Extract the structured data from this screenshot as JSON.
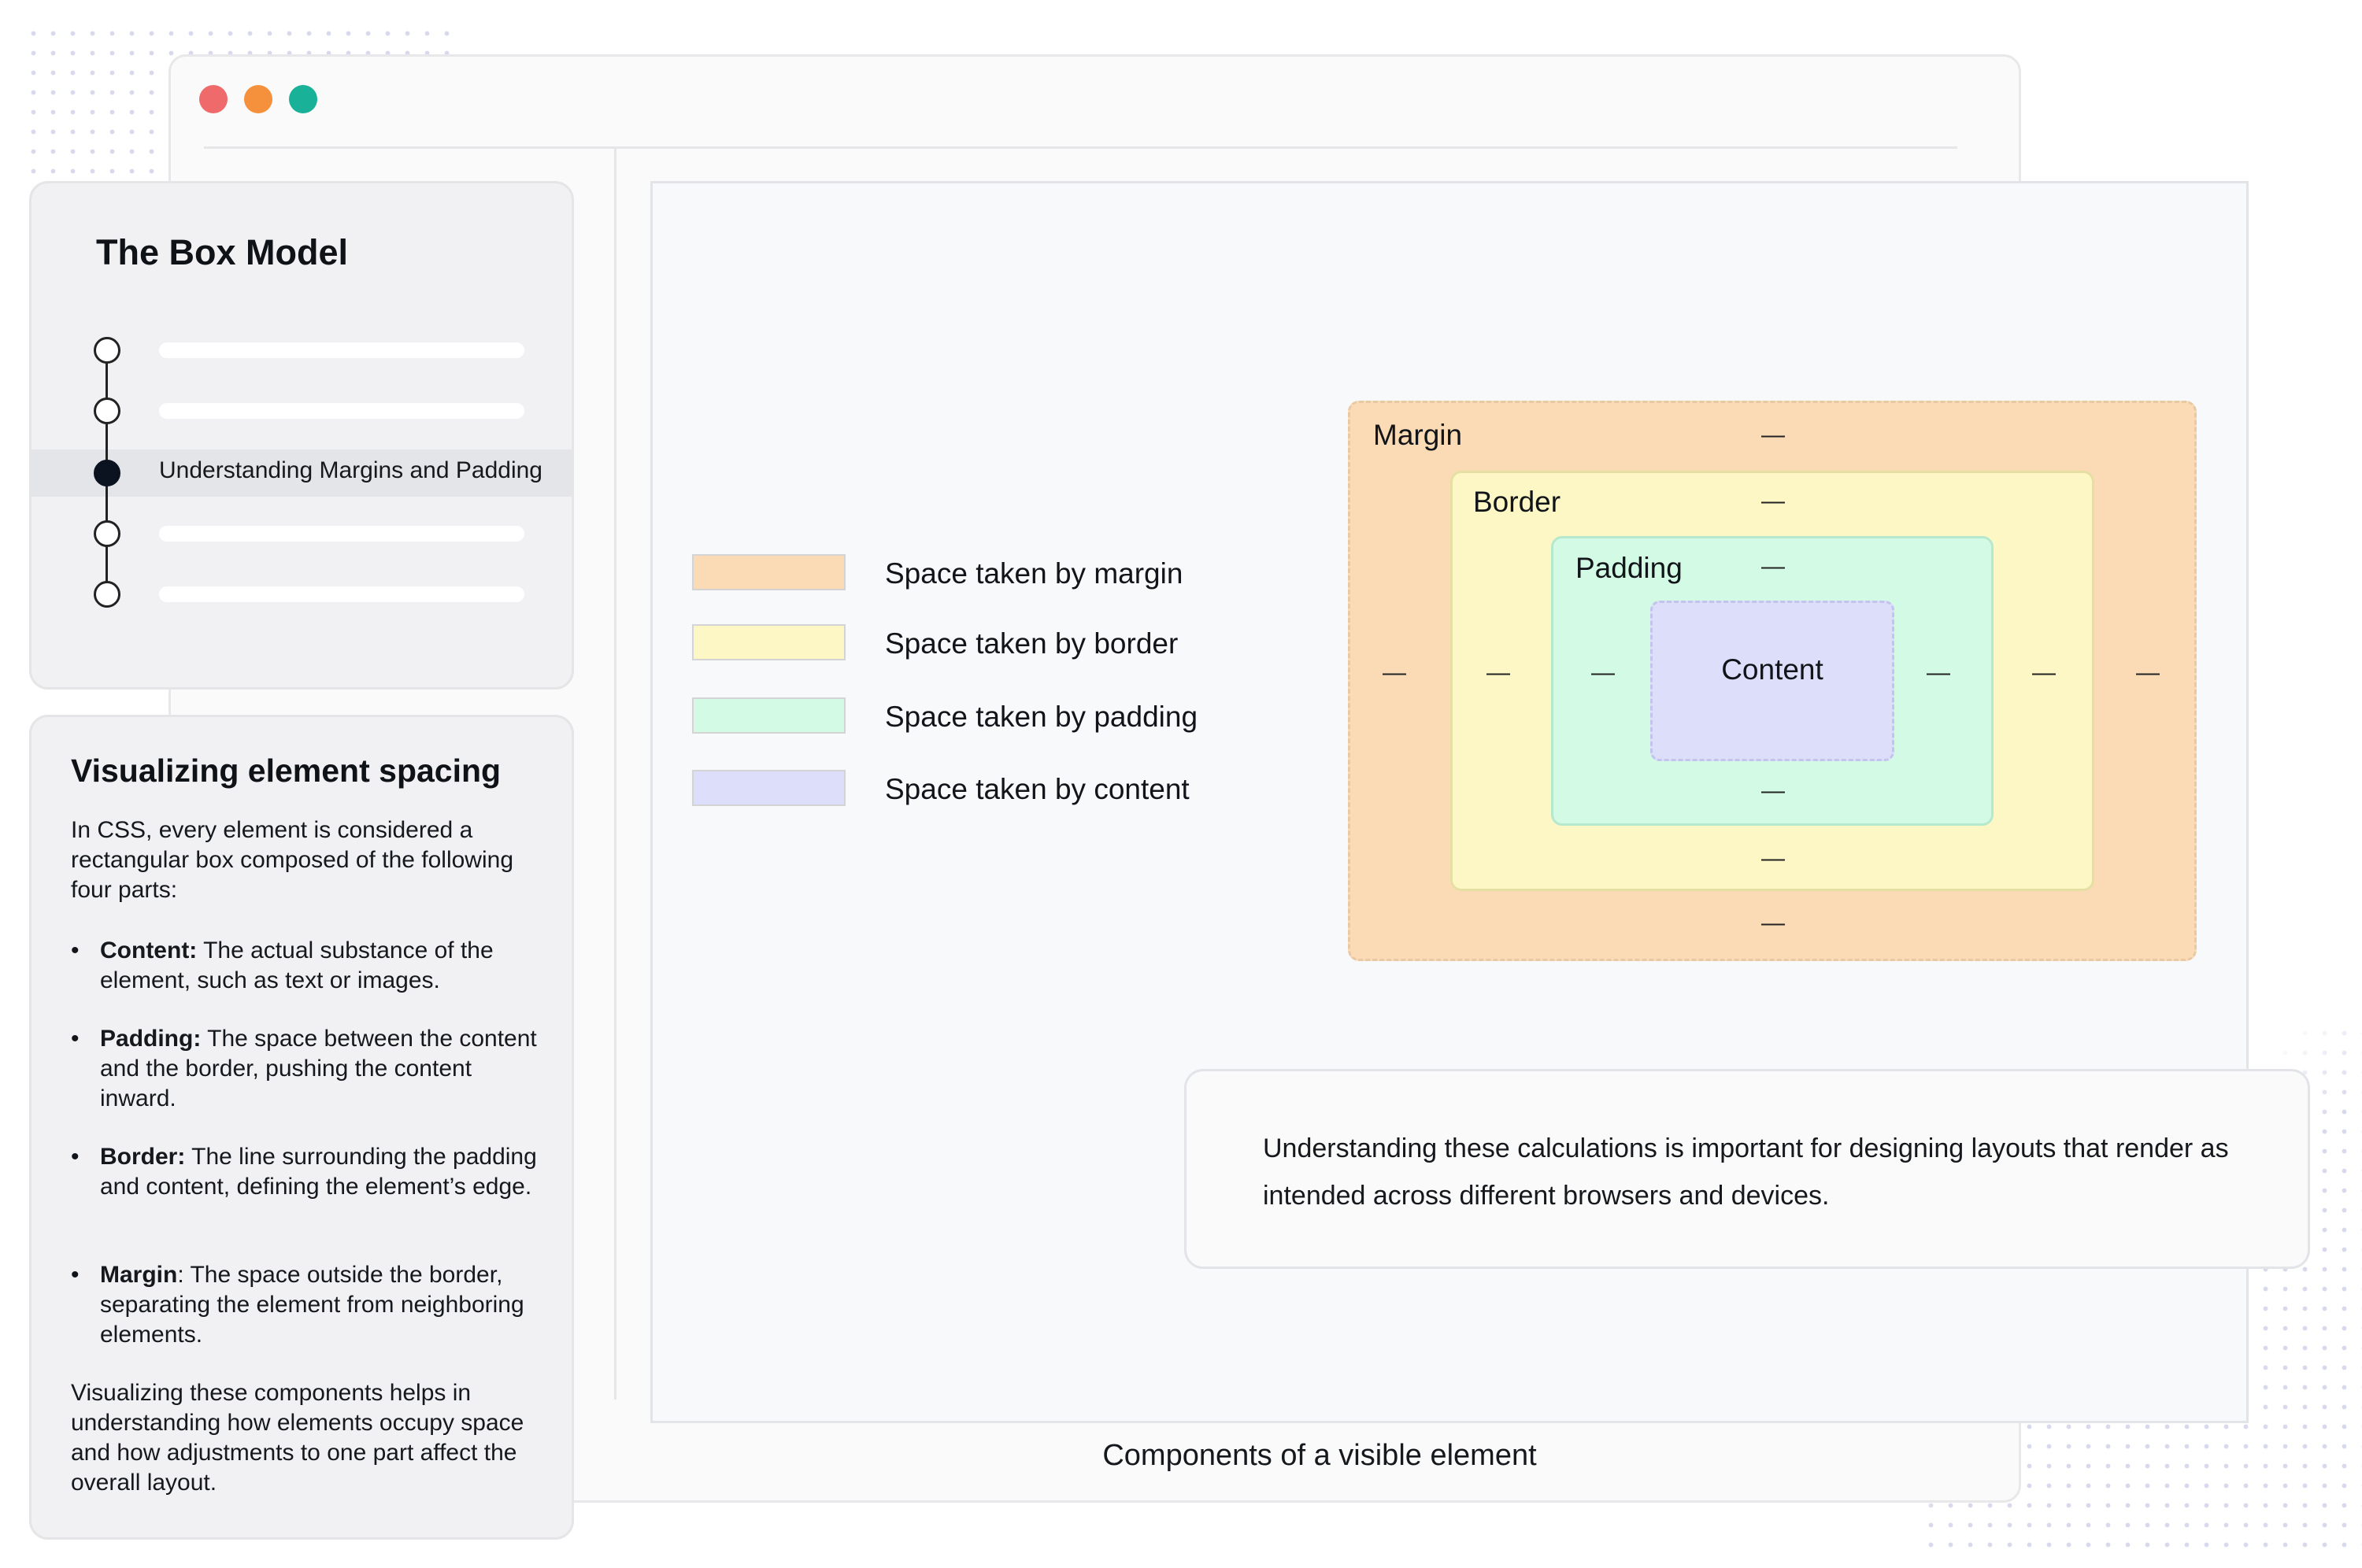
{
  "window": {
    "controls": [
      "close",
      "minimize",
      "maximize"
    ],
    "colors": {
      "close": "#ef6b6b",
      "minimize": "#f5913d",
      "maximize": "#19b197"
    }
  },
  "toc": {
    "title": "The Box Model",
    "active_item": "Understanding Margins and Padding"
  },
  "info": {
    "title": "Visualizing element spacing",
    "intro": "In CSS, every element is considered a rectangular box composed of the following four parts:",
    "items": [
      {
        "term": "Content:",
        "text": " The actual substance of the element, such as text or images."
      },
      {
        "term": "Padding:",
        "text": " The space between the content and the border, pushing the content inward."
      },
      {
        "term": "Border:",
        "text": " The line surrounding the padding and content, defining the element’s edge."
      },
      {
        "term": "Margin",
        "text": ": The space outside the border, separating the element from neighboring elements."
      }
    ],
    "bullet": "•",
    "outro": "Visualizing these components helps in understanding how elements occupy space and how adjustments to one part affect the overall layout."
  },
  "legend": [
    {
      "label": "Space taken by margin",
      "color": "#fbdbb5"
    },
    {
      "label": "Space taken by border",
      "color": "#fdf7c5"
    },
    {
      "label": "Space taken by padding",
      "color": "#d3fae5"
    },
    {
      "label": "Space taken by content",
      "color": "#dddefa"
    }
  ],
  "diagram": {
    "margin_label": "Margin",
    "border_label": "Border",
    "padding_label": "Padding",
    "content_label": "Content",
    "dash": "—"
  },
  "note": {
    "text": "Understanding these calculations is important for designing layouts that render as intended across different browsers and devices."
  },
  "caption": "Components of a visible element"
}
